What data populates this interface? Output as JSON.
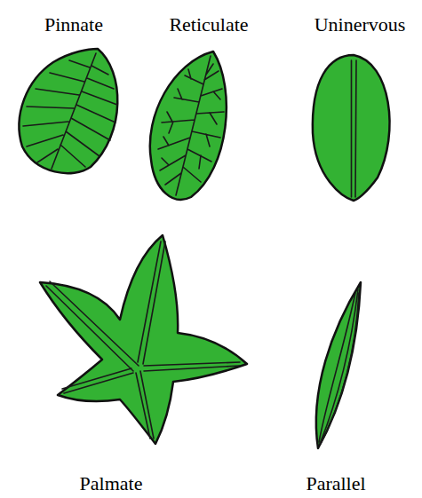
{
  "diagram": {
    "labels": [
      "Pinnate",
      "Reticulate",
      "Uninervous",
      "Palmate",
      "Parallel"
    ]
  }
}
